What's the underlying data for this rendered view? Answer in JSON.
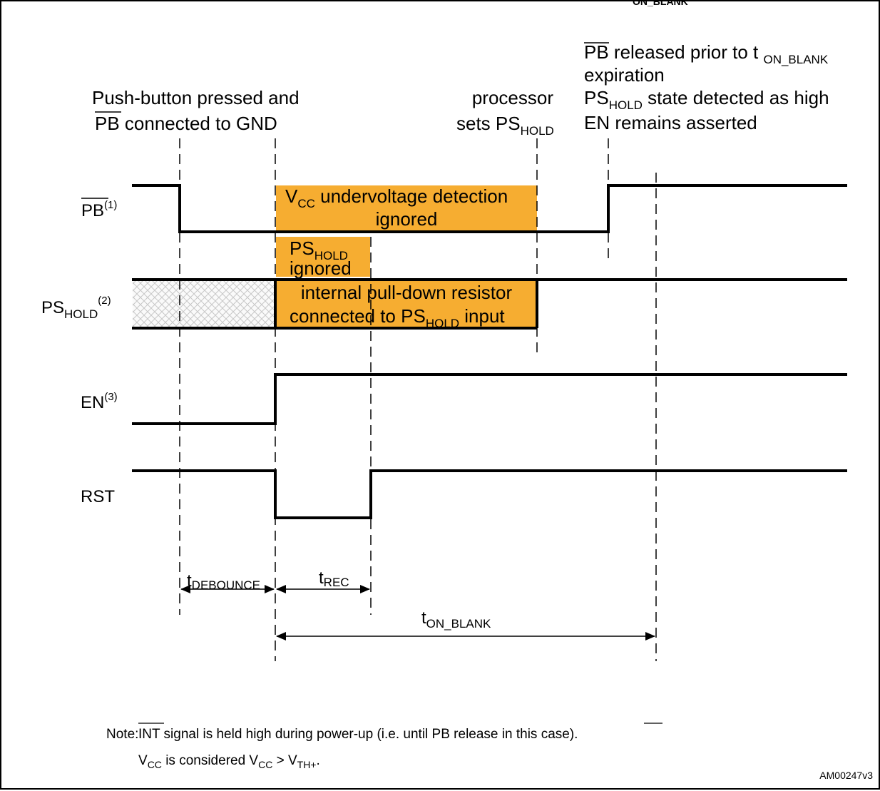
{
  "annotations": {
    "top_cut_label": "ON_BLANK",
    "pushbutton": {
      "line1": "Push-button pressed and",
      "line2_pb": "PB",
      "line2_rest": " connected to GND"
    },
    "processor": {
      "line1": "processor",
      "line2": "sets PS",
      "line2_sub": "HOLD"
    },
    "pb_released": {
      "line1_pb": "PB",
      "line1_rest": " released prior to t ",
      "line1_sub": "ON_BLANK",
      "line2": "expiration",
      "line3_main": "PS",
      "line3_sub": "HOLD",
      "line3_rest": " state detected as high",
      "line4": "EN remains asserted"
    }
  },
  "signals": {
    "pb": {
      "name": "PB",
      "sup": "(1)"
    },
    "pshold": {
      "name": "PS",
      "sub": "HOLD",
      "sup": "(2)"
    },
    "en": {
      "name": "EN",
      "sup": "(3)"
    },
    "rst": {
      "name": "RST"
    }
  },
  "boxes": {
    "vcc": {
      "v": "V",
      "v_sub": "CC",
      "line1_rest": " undervoltage detection",
      "line2": "ignored"
    },
    "pshold_ignored": {
      "line1": "PS",
      "line1_sub": "HOLD",
      "line2": "ignored"
    },
    "pulldown": {
      "line1": "internal pull-down resistor",
      "line2_a": "connected to PS",
      "line2_sub": "HOLD",
      "line2_b": " input"
    }
  },
  "timing": {
    "debounce": {
      "t": "t",
      "sub": "DEBOUNCE"
    },
    "rec": {
      "t": "t",
      "sub": "REC"
    },
    "on_blank": {
      "t": "t",
      "sub": "ON_BLANK"
    }
  },
  "notes": {
    "prefix": "Note:",
    "line1_int": "INT",
    "line1_a": " signal is held high during power-up (i.e. until ",
    "line1_pb": "PB",
    "line1_b": " release in this case).",
    "line2_v1": "V",
    "line2_sub1": "CC",
    "line2_a": " is considered V",
    "line2_sub2": "CC",
    "line2_b": " > V",
    "line2_sub3": "TH+",
    "line2_c": "."
  },
  "figure_id": "AM00247v3",
  "colors": {
    "highlight": "#f6ad31",
    "line": "#000000"
  }
}
